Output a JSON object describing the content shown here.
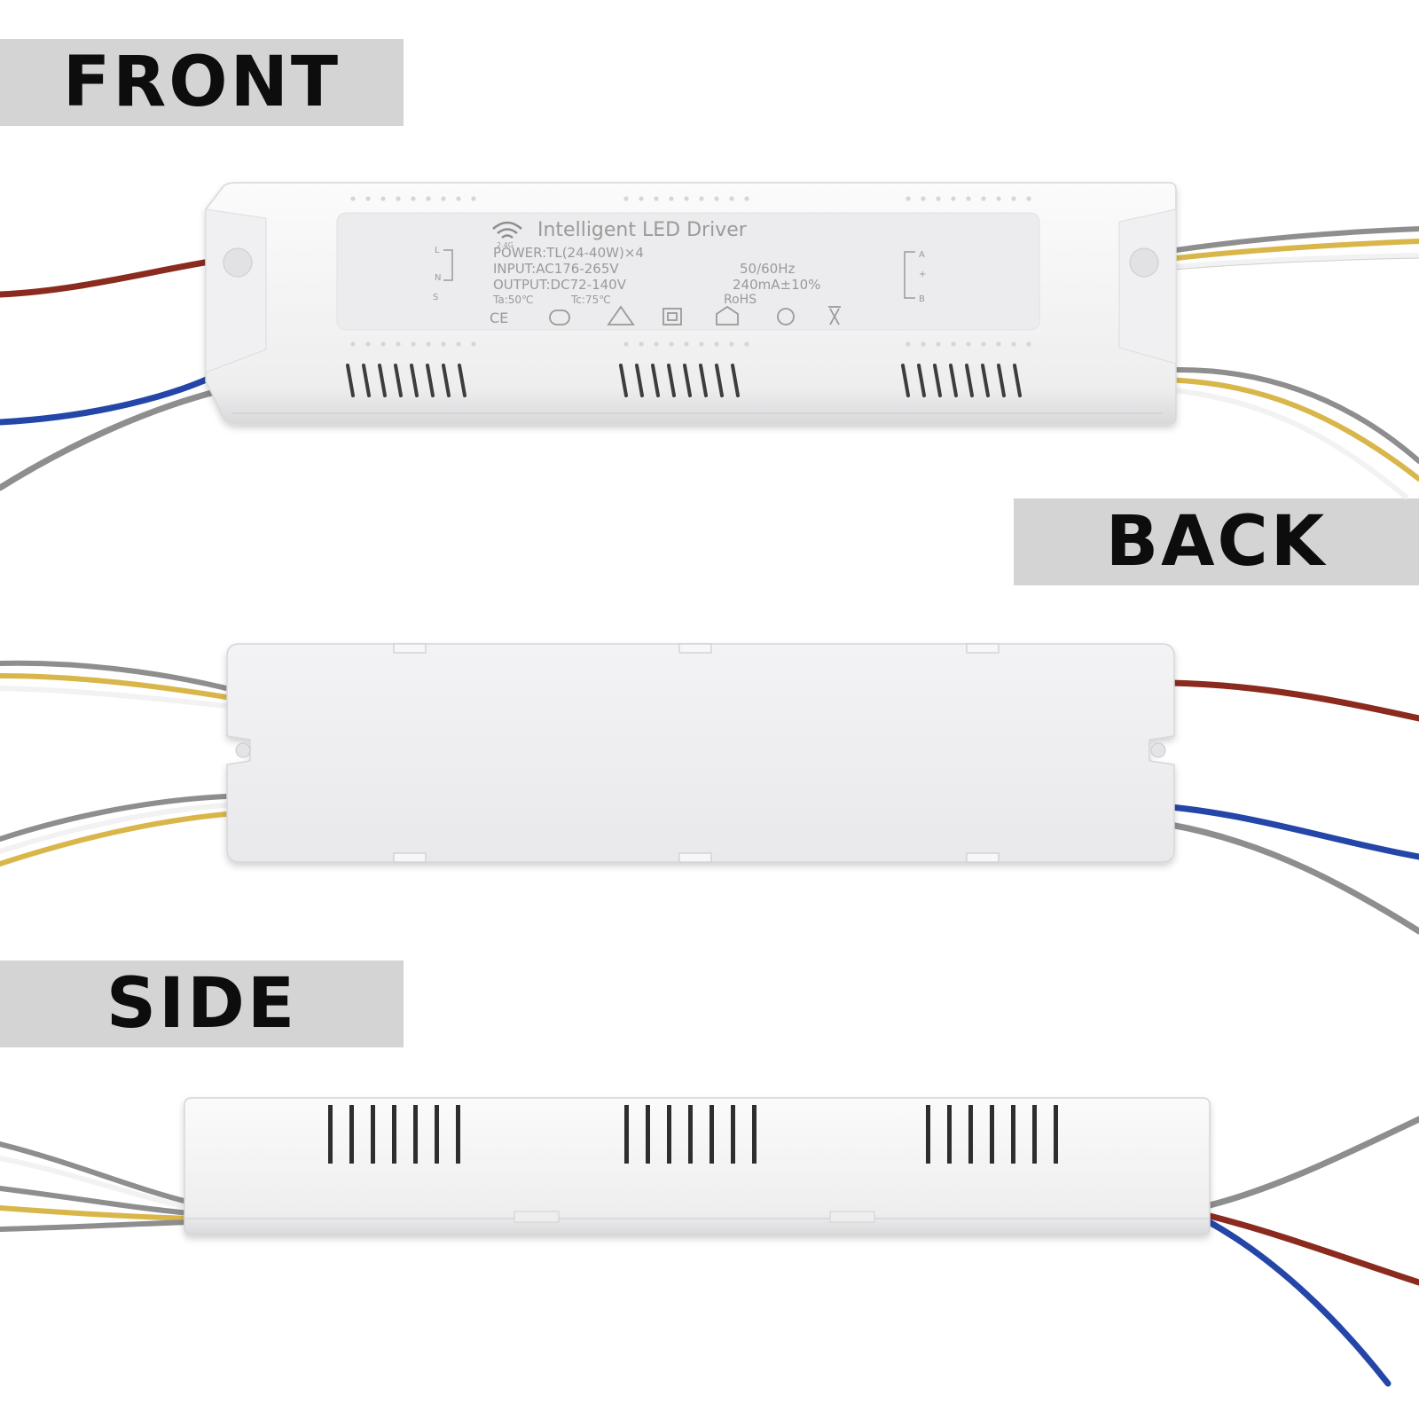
{
  "views": {
    "front": {
      "banner": "FRONT",
      "label": {
        "wifi_band": "2.4G",
        "title": "Intelligent LED Driver",
        "power": "POWER:TL(24-40W)×4",
        "input": "INPUT:AC176-265V",
        "frequency": "50/60Hz",
        "output": "OUTPUT:DC72-140V",
        "current": "240mA±10%",
        "ta": "Ta:50℃",
        "tc": "Tc:75℃",
        "rohs": "RoHS",
        "ce": "CE",
        "terminals_left": [
          "L",
          "N",
          "S"
        ],
        "terminals_right": [
          "A",
          "+",
          "B"
        ]
      }
    },
    "back": {
      "banner": "BACK"
    },
    "side": {
      "banner": "SIDE"
    }
  },
  "wire_colors": {
    "red": "#8b2a1e",
    "blue": "#2446a8",
    "grey": "#8e8e8e",
    "yellow": "#d9b64a",
    "white": "#f2f2f2"
  }
}
